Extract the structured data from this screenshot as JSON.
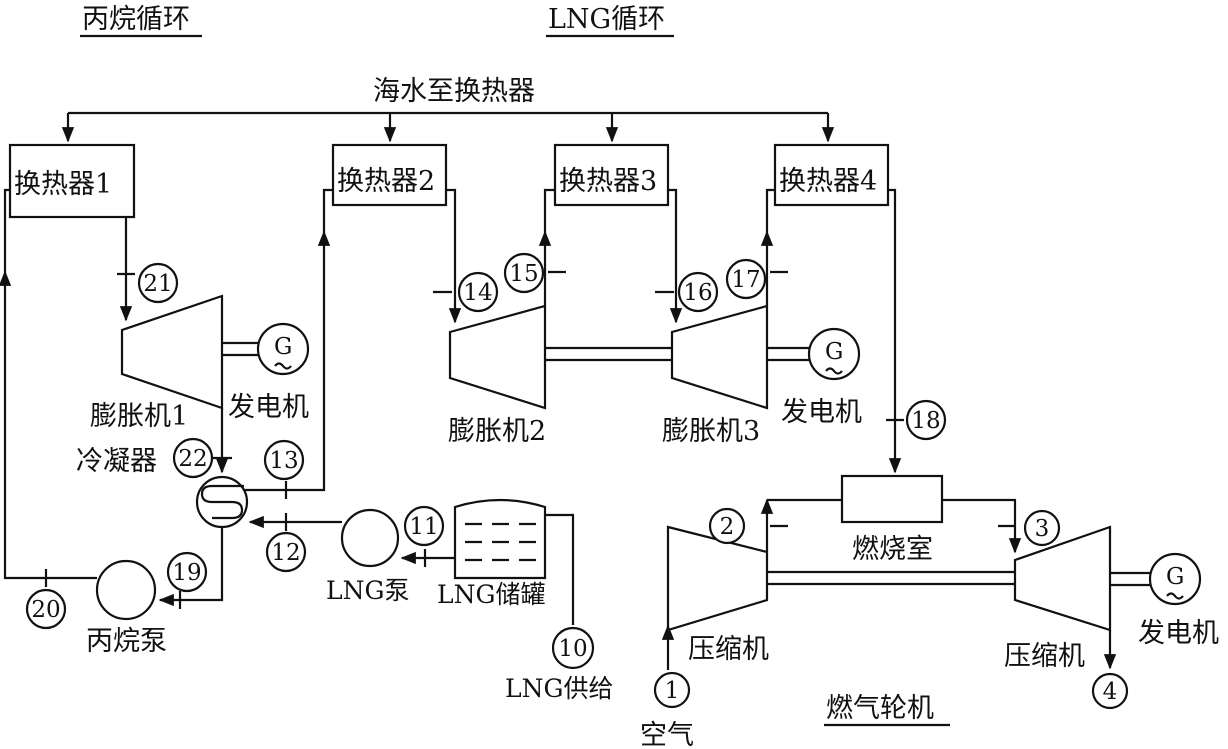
{
  "titles": {
    "propane_cycle": "丙烷循环",
    "lng_cycle": "LNG循环",
    "gas_turbine": "燃气轮机"
  },
  "seawater_label": "海水至换热器",
  "heat_exchangers": [
    "换热器1",
    "换热器2",
    "换热器3",
    "换热器4"
  ],
  "components": {
    "expander1": "膨胀机1",
    "expander2": "膨胀机2",
    "expander3": "膨胀机3",
    "generator1": "发电机",
    "generator2": "发电机",
    "generator3": "发电机",
    "condenser": "冷凝器",
    "lng_pump": "LNG泵",
    "lng_tank": "LNG储罐",
    "lng_supply": "LNG供给",
    "propane_pump": "丙烷泵",
    "combustor": "燃烧室",
    "compressor_left": "压缩机",
    "compressor_right": "压缩机",
    "air": "空气",
    "gen_symbol": "G"
  },
  "state_points": [
    "1",
    "2",
    "3",
    "4",
    "10",
    "11",
    "12",
    "13",
    "14",
    "15",
    "16",
    "17",
    "18",
    "19",
    "20",
    "21",
    "22"
  ]
}
